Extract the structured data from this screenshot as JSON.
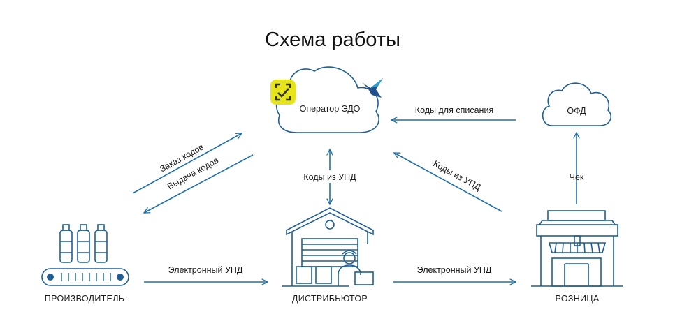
{
  "title": "Схема работы",
  "nodes": {
    "operator": "Оператор ЭДО",
    "ofd": "ОФД",
    "producer": "ПРОИЗВОДИТЕЛЬ",
    "distributor": "ДИСТРИБЬЮТОР",
    "retail": "РОЗНИЦА"
  },
  "edges": {
    "order_codes": "Заказ кодов",
    "issue_codes": "Выдача кодов",
    "codes_from_upd_center": "Коды из УПД",
    "codes_from_upd_diag": "Коды из УПД",
    "codes_for_writeoff": "Коды для списания",
    "check": "Чек",
    "upd_left": "Электронный УПД",
    "upd_right": "Электронный УПД"
  },
  "colors": {
    "line": "#1f6fae",
    "badge_yellow": "#e5e51a",
    "bird_blue": "#2a9fd6"
  },
  "icons": [
    "check-badge-icon",
    "bird-logo-icon",
    "bottles-icon",
    "conveyor-icon",
    "warehouse-icon",
    "worker-icon",
    "shop-icon",
    "cloud-icon"
  ]
}
